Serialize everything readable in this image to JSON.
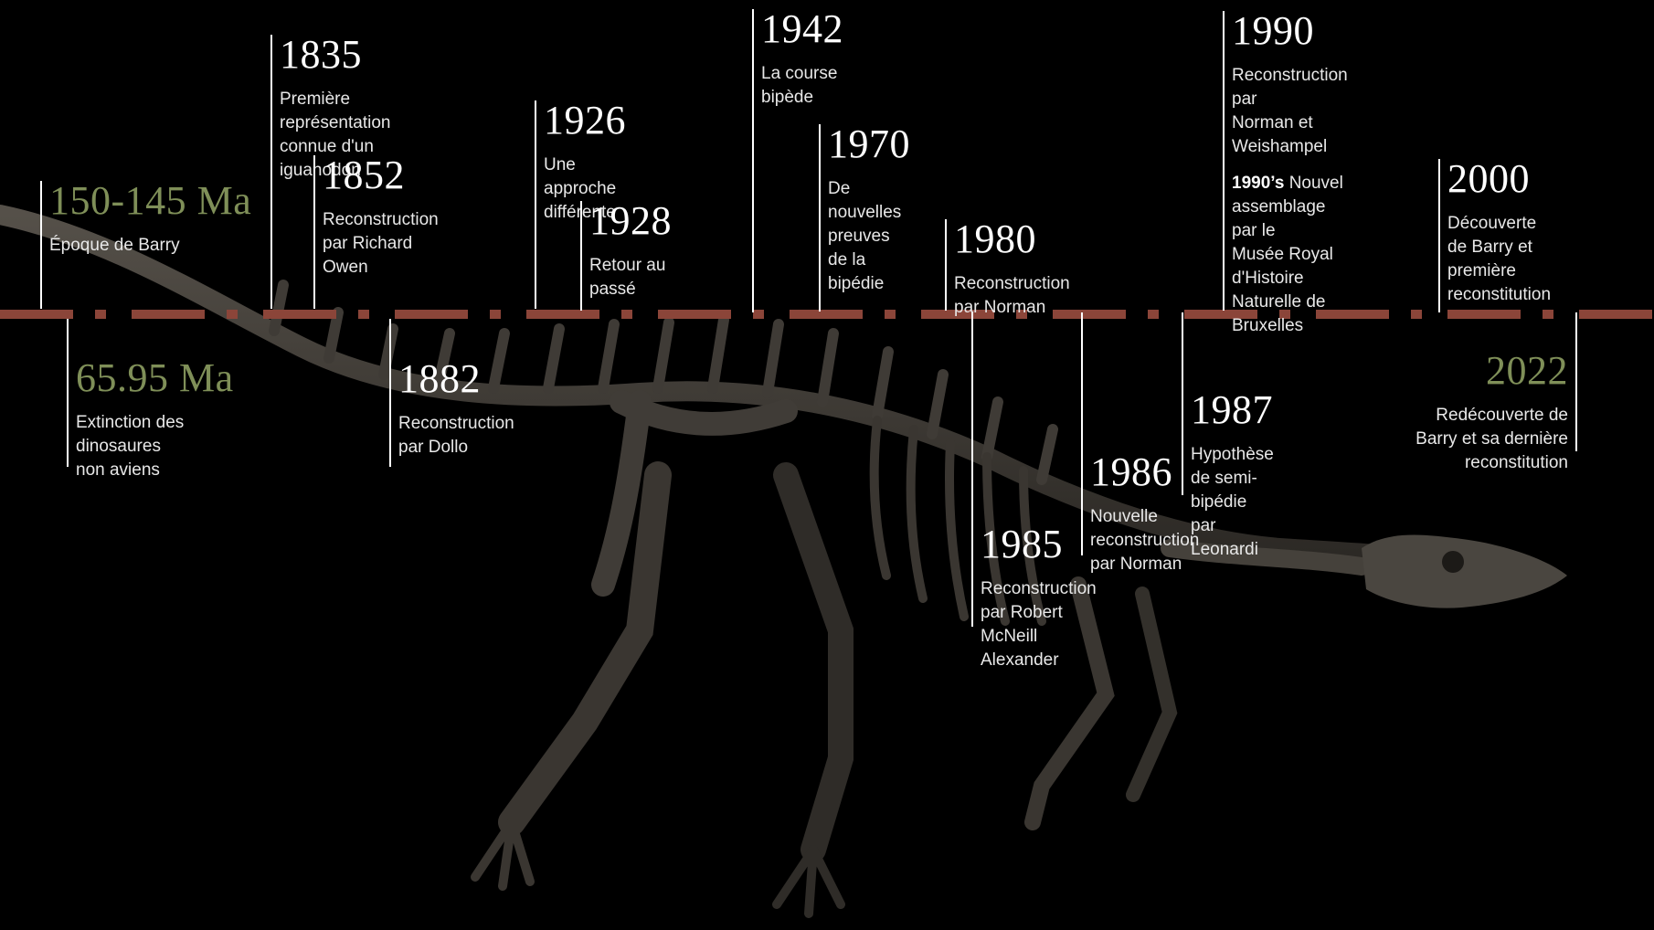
{
  "colors": {
    "background": "#000000",
    "timeline": "#8b4539",
    "era_year": "#7f8f58",
    "year": "#ffffff",
    "text": "#e8e8e8"
  },
  "illustration": "iguanodon-skeleton",
  "events": [
    {
      "year": "150-145 Ma",
      "text": "Époque de Barry"
    },
    {
      "year": "65.95 Ma",
      "text": "Extinction des dinosaures\nnon aviens"
    },
    {
      "year": "1835",
      "text": "Première représentation\nconnue d'un iguanodon"
    },
    {
      "year": "1852",
      "text": "Reconstruction\npar Richard Owen"
    },
    {
      "year": "1882",
      "text": "Reconstruction\npar Dollo"
    },
    {
      "year": "1926",
      "text": "Une approche différente"
    },
    {
      "year": "1928",
      "text": "Retour au passé"
    },
    {
      "year": "1942",
      "text": "La course bipède"
    },
    {
      "year": "1970",
      "text": "De nouvelles preuves\nde la bipédie"
    },
    {
      "year": "1980",
      "text": "Reconstruction par Norman"
    },
    {
      "year": "1985",
      "text": "Reconstruction par Robert\nMcNeill Alexander"
    },
    {
      "year": "1986",
      "text": "Nouvelle reconstruction\npar Norman"
    },
    {
      "year": "1987",
      "text": "Hypothèse de semi-\nbipédie par Leonardi"
    },
    {
      "year": "1990",
      "text": "Reconstruction par\nNorman et\nWeishampel",
      "extra_bold": "1990’s",
      "extra_text": " Nouvel\nassemblage par le\nMusée Royal d'Histoire\nNaturelle de Bruxelles"
    },
    {
      "year": "2000",
      "text": "Découverte de Barry et\npremière reconstitution"
    },
    {
      "year": "2022",
      "text": "Redécouverte de\nBarry et sa dernière\nreconstitution"
    }
  ]
}
